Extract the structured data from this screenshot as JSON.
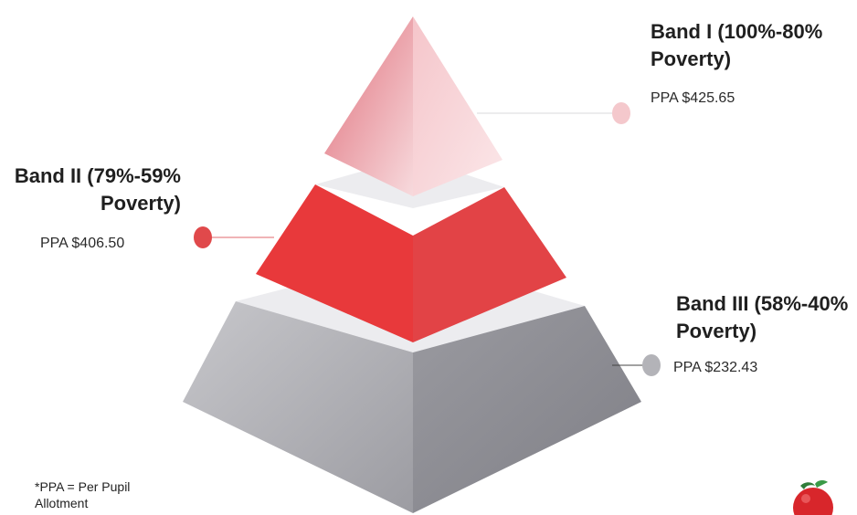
{
  "bands": [
    {
      "title": "Band I (100%-80% Poverty)",
      "ppa": "PPA $425.65",
      "color": "#f2a7ae"
    },
    {
      "title": "Band II (79%-59% Poverty)",
      "ppa": "PPA $406.50",
      "color": "#e53b3d"
    },
    {
      "title": "Band III (58%-40% Poverty)",
      "ppa": "PPA $232.43",
      "color": "#a8a8ae"
    }
  ],
  "footnote": "*PPA = Per Pupil Allotment",
  "colors": {
    "band1_light": "#f9dfe2",
    "band1_dark": "#e88893",
    "band2_light": "#f04a4c",
    "band2_dark": "#d62b2e",
    "band3_light": "#b9b9be",
    "band3_dark": "#8c8c92",
    "gap_light": "#e9e9ec",
    "leader": "#c7c7c9"
  },
  "logo_icon": "apple-logo-icon"
}
